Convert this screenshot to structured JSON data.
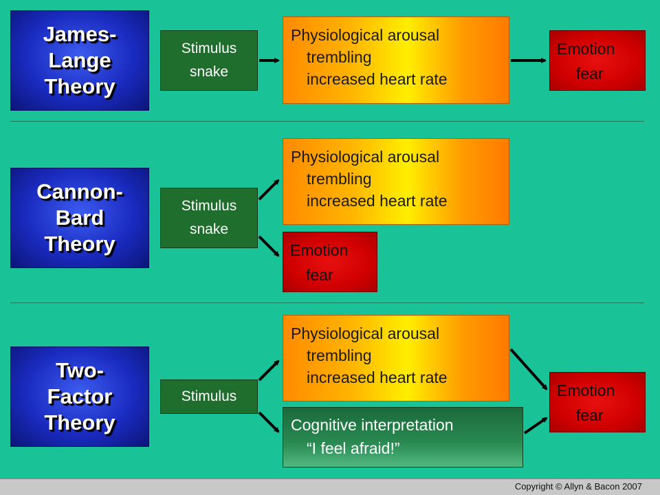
{
  "theories": [
    {
      "lines": [
        "James-",
        "Lange",
        "Theory"
      ],
      "stimulus": [
        "Stimulus",
        "snake"
      ],
      "arousal": {
        "title": "Physiological  arousal",
        "items": [
          "trembling",
          "increased heart rate"
        ]
      },
      "emotion": [
        "Emotion",
        "fear"
      ]
    },
    {
      "lines": [
        "Cannon-",
        "Bard",
        "Theory"
      ],
      "stimulus": [
        "Stimulus",
        "snake"
      ],
      "arousal": {
        "title": "Physiological  arousal",
        "items": [
          "trembling",
          "increased heart rate"
        ]
      },
      "emotion": [
        "Emotion",
        "fear"
      ]
    },
    {
      "lines": [
        "Two-",
        "Factor",
        "Theory"
      ],
      "stimulus": [
        "Stimulus"
      ],
      "arousal": {
        "title": "Physiological  arousal",
        "items": [
          "trembling",
          "increased heart rate"
        ]
      },
      "cognitive": [
        "Cognitive interpretation",
        "“I feel afraid!”"
      ],
      "emotion": [
        "Emotion",
        "fear"
      ]
    }
  ],
  "footer": {
    "copyright": "Copyright © Allyn & Bacon 2007"
  },
  "colors": {
    "background": "#19c397",
    "theory_box": "#1a2bc0",
    "stimulus_box": "#1f6e2e",
    "emotion_box": "#d00000",
    "arousal_box": "#ffb400"
  }
}
